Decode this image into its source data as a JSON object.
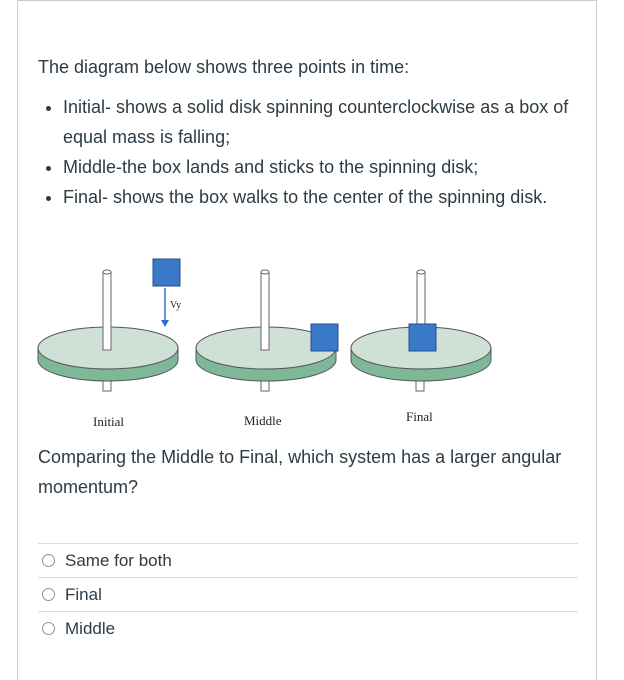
{
  "intro": "The diagram below shows three points in time:",
  "bullets": [
    "Initial- shows a solid disk spinning counterclockwise as a box of equal mass is falling;",
    "Middle-the box lands and sticks to the spinning disk;",
    "Final- shows the box walks to the center of the spinning disk."
  ],
  "diagram": {
    "velocity_label": "Vy",
    "labels": [
      "Initial",
      "Middle",
      "Final"
    ],
    "colors": {
      "disk_top": "#cfe0d6",
      "disk_edge": "#7fb898",
      "box": "#3a78c8",
      "arrow": "#2e6fd0"
    }
  },
  "question": "Comparing the Middle to Final, which system has a larger angular momentum?",
  "answers": [
    "Same for both",
    "Final",
    "Middle"
  ]
}
